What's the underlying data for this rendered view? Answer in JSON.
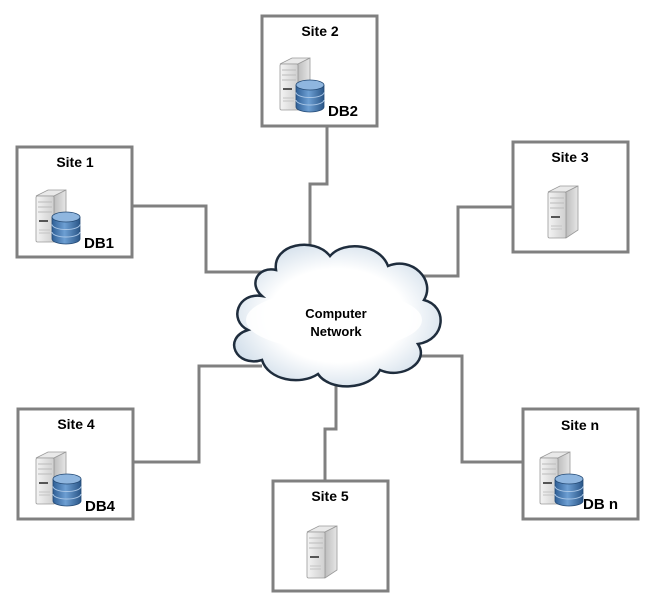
{
  "network": {
    "label_line1": "Computer",
    "label_line2": "Network"
  },
  "sites": [
    {
      "id": "site-1",
      "label": "Site 1",
      "db_label": "DB1",
      "has_db": true
    },
    {
      "id": "site-2",
      "label": "Site 2",
      "db_label": "DB2",
      "has_db": true
    },
    {
      "id": "site-3",
      "label": "Site 3",
      "db_label": "",
      "has_db": false
    },
    {
      "id": "site-4",
      "label": "Site 4",
      "db_label": "DB4",
      "has_db": true
    },
    {
      "id": "site-5",
      "label": "Site 5",
      "db_label": "",
      "has_db": false
    },
    {
      "id": "site-n",
      "label": "Site n",
      "db_label": "DB n",
      "has_db": true
    }
  ],
  "icons": {
    "server": "server-icon",
    "database": "database-icon",
    "cloud": "cloud-icon"
  },
  "colors": {
    "box_border": "#808080",
    "connector": "#808080",
    "db_blue": "#3f73ad",
    "cloud_outline": "#1f2d3d"
  }
}
